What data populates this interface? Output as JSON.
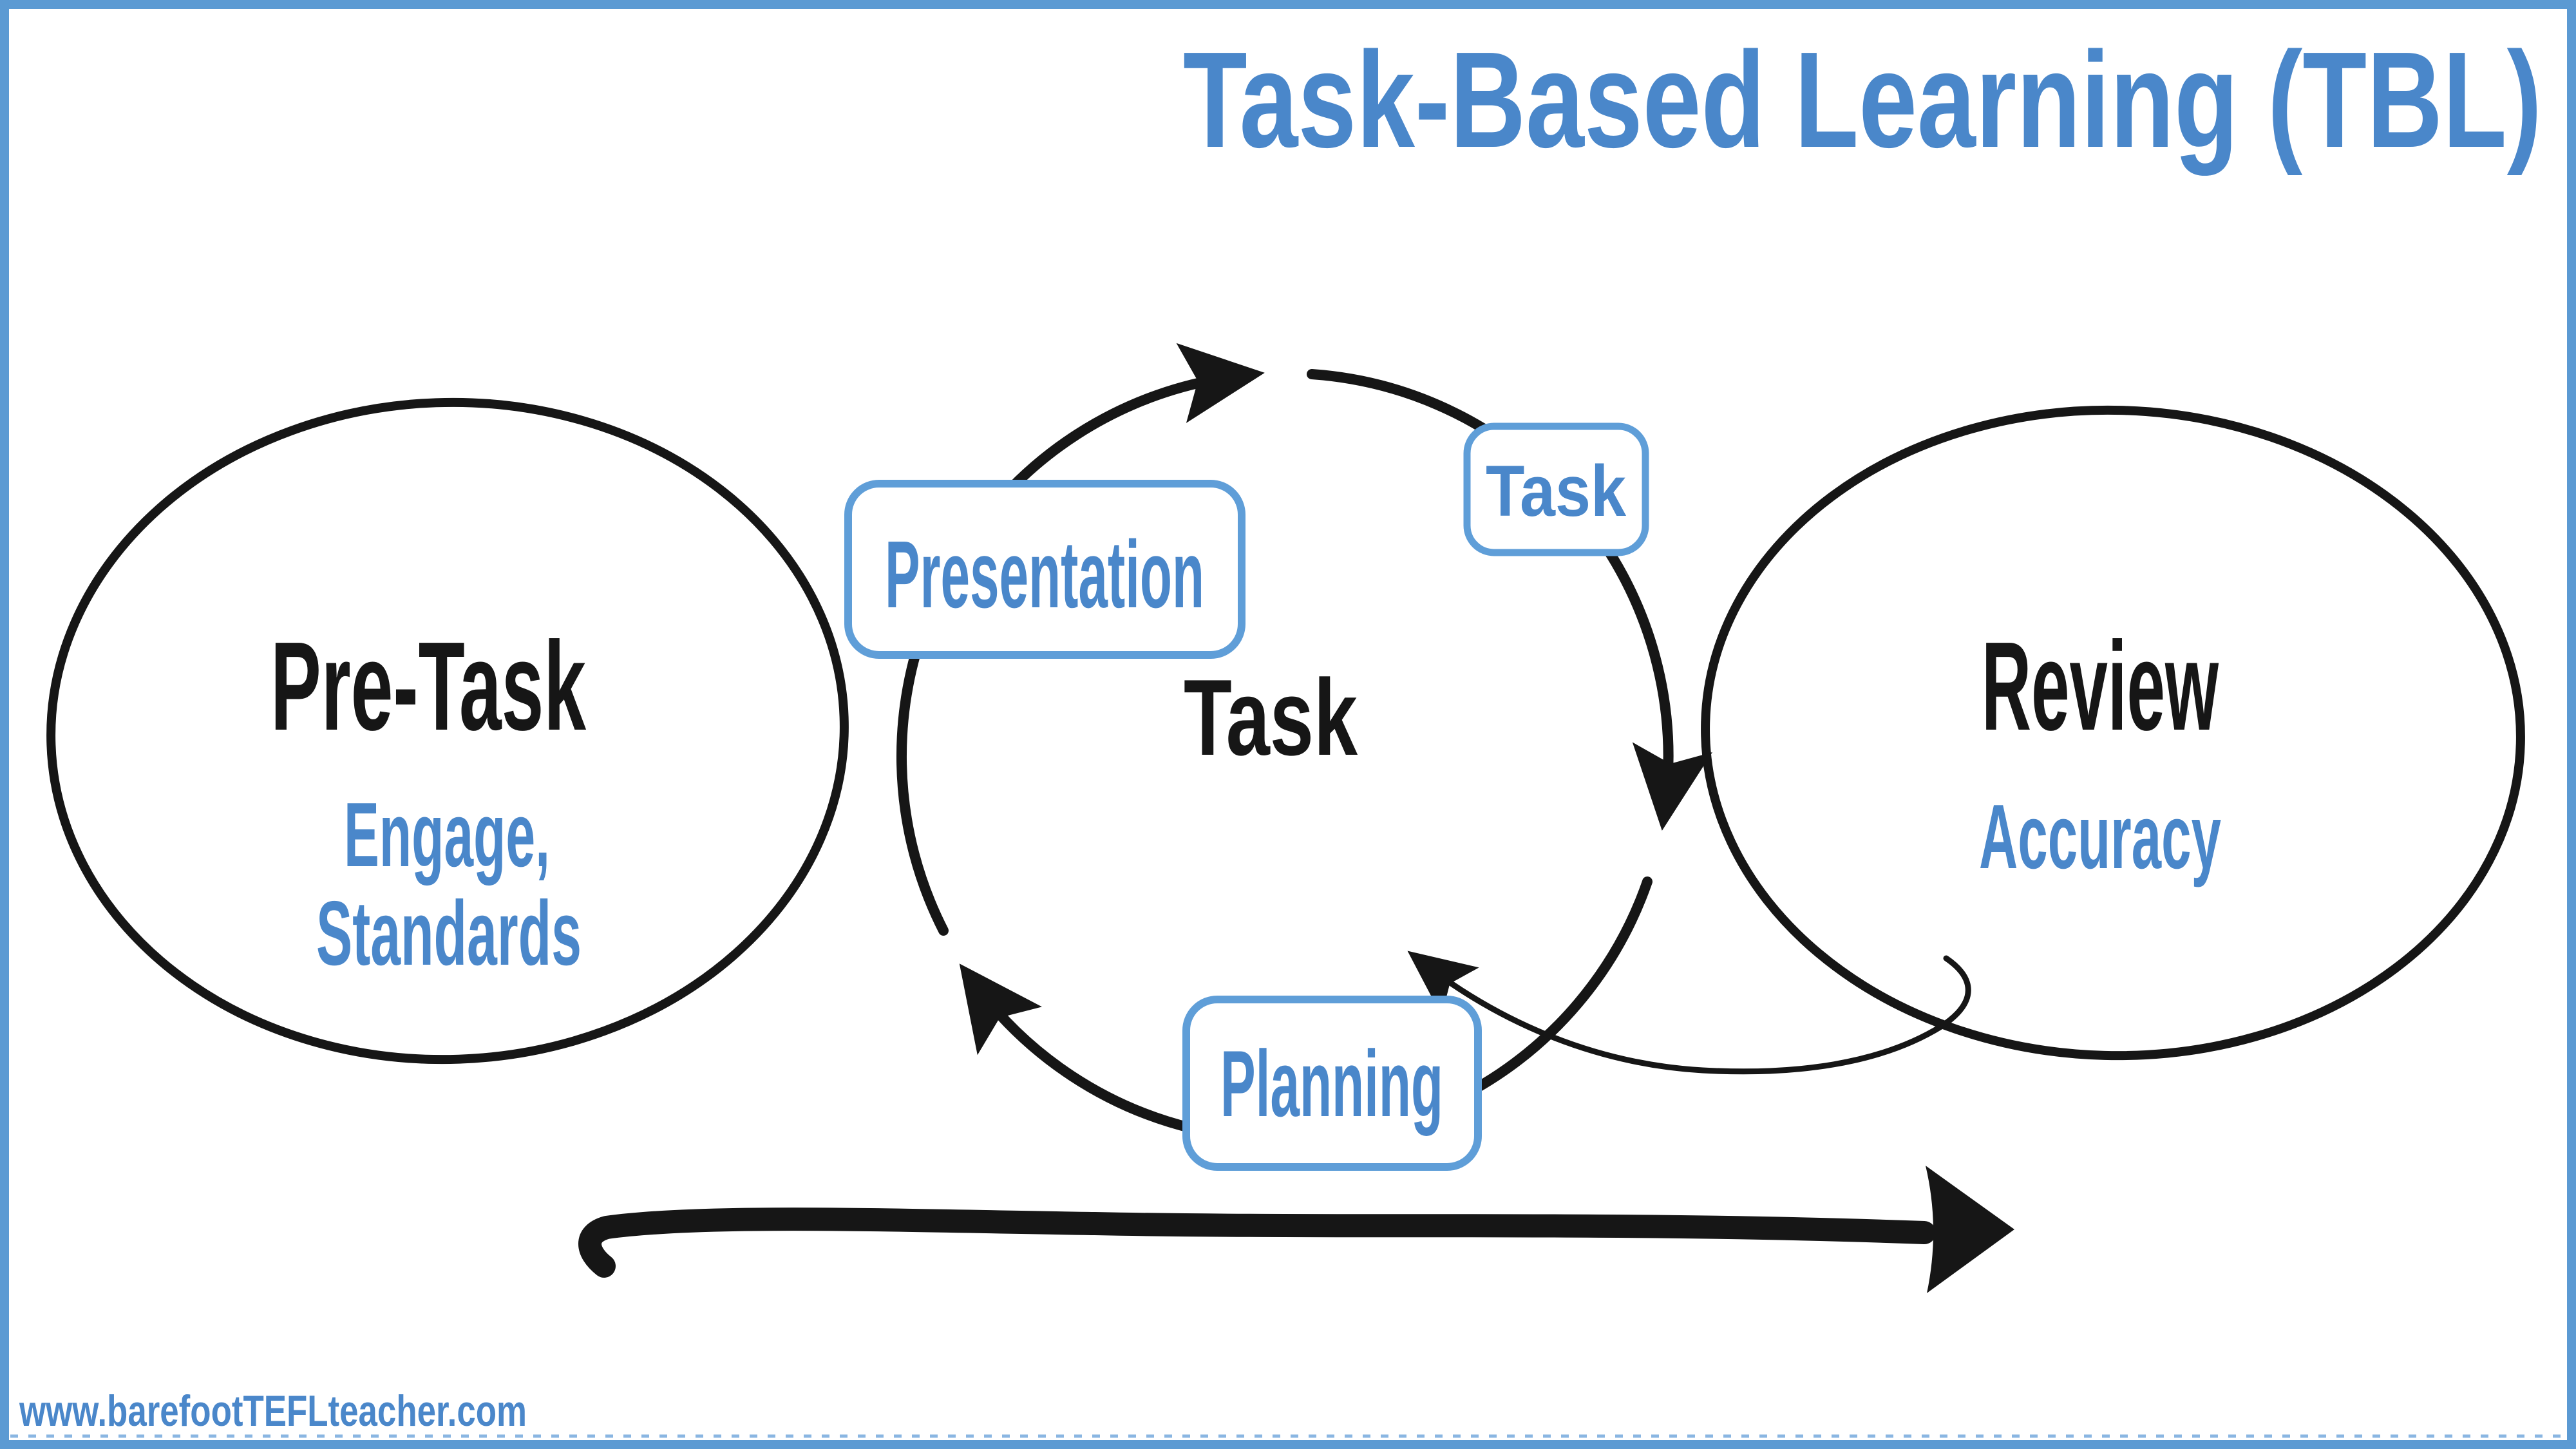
{
  "page": {
    "title": "Task-Based Learning (TBL)",
    "watermark": "www.barefootTEFLteacher.com"
  },
  "colors": {
    "accent_blue_text": "#4a87ca",
    "box_border_blue": "#5f9ed8",
    "frame_blue": "#5b9ad3",
    "ink_black": "#161616",
    "background": "#ffffff"
  },
  "diagram": {
    "pre_task": {
      "title": "Pre-Task",
      "details": [
        "Engage,",
        "Standards"
      ]
    },
    "task_cycle": {
      "center_label": "Task",
      "stage_top": "Presentation",
      "stage_right": "Task",
      "stage_bottom": "Planning"
    },
    "review": {
      "title": "Review",
      "detail": "Accuracy"
    }
  }
}
